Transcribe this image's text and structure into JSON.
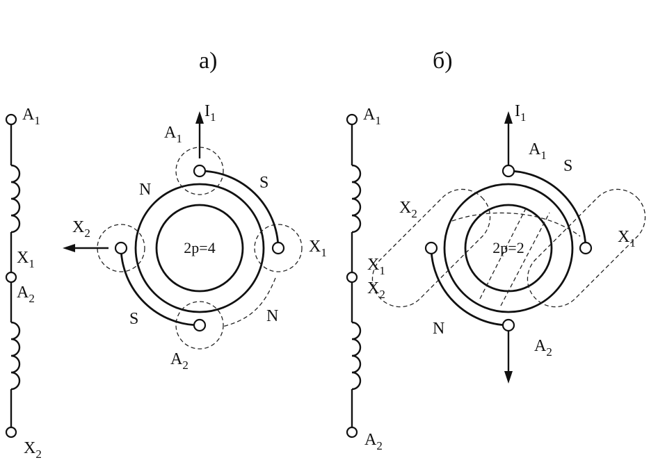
{
  "panels": {
    "a": {
      "caption": "а)",
      "center_label": "2p=4",
      "terminals": [
        {
          "main": "A",
          "sub": "1"
        },
        {
          "main": "X",
          "sub": "1"
        },
        {
          "main": "A",
          "sub": "2"
        },
        {
          "main": "X",
          "sub": "2"
        }
      ],
      "current": {
        "main": "I",
        "sub": "1"
      },
      "poles": [
        "N",
        "S",
        "S",
        "N"
      ],
      "winding": {
        "top": {
          "main": "A",
          "sub": "1"
        },
        "mid_upper": {
          "main": "X",
          "sub": "1"
        },
        "mid_lower": {
          "main": "A",
          "sub": "2"
        },
        "bottom": {
          "main": "X",
          "sub": "2"
        }
      }
    },
    "b": {
      "caption": "б)",
      "center_label": "2p=2",
      "terminals": [
        {
          "main": "A",
          "sub": "1"
        },
        {
          "main": "X",
          "sub": "1"
        },
        {
          "main": "A",
          "sub": "2"
        },
        {
          "main": "X",
          "sub": "2"
        }
      ],
      "current": {
        "main": "I",
        "sub": "1"
      },
      "poles": [
        "S",
        "N"
      ],
      "winding": {
        "top": {
          "main": "A",
          "sub": "1"
        },
        "mid_upper": {
          "main": "X",
          "sub": "1"
        },
        "mid_lower": {
          "main": "X",
          "sub": "2"
        },
        "bottom": {
          "main": "A",
          "sub": "2"
        }
      }
    }
  }
}
